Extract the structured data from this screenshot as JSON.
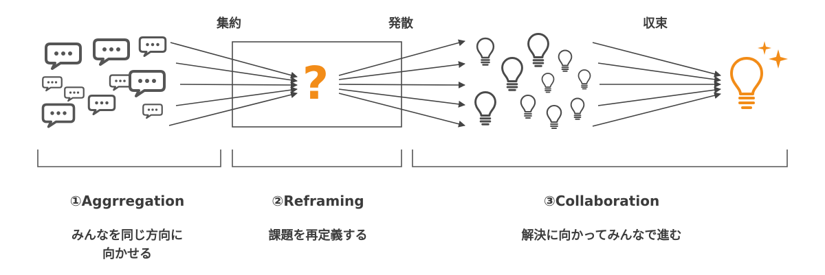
{
  "top_labels": {
    "aggregate": "集約",
    "diverge": "発散",
    "converge": "収束"
  },
  "center_symbol": "?",
  "steps": [
    {
      "title": "①Aggrregation",
      "desc_line1": "みんなを同じ方向に",
      "desc_line2": "向かせる"
    },
    {
      "title": "②Reframing",
      "desc_line1": "課題を再定義する"
    },
    {
      "title": "③Collaboration",
      "desc_line1": "解決に向かってみんなで進む"
    }
  ],
  "icons": {
    "speech_bubble": "speech-bubble-icon",
    "bulb": "light-bulb-icon",
    "lit_bulb": "lit-light-bulb-icon",
    "sparkle": "sparkle-icon"
  },
  "colors": {
    "ink": "#3b3b3b",
    "accent": "#f28c18",
    "arrow": "#444444"
  }
}
